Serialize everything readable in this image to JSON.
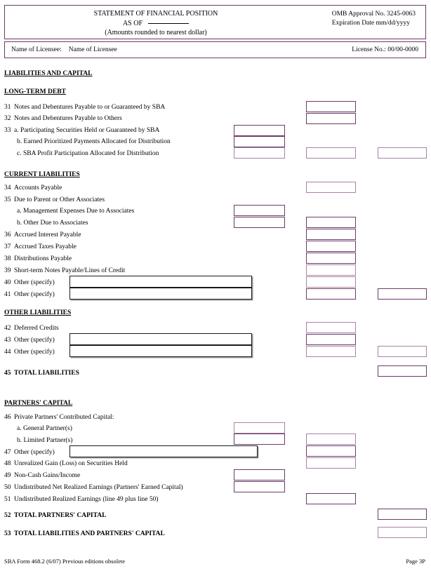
{
  "header": {
    "title_line1": "STATEMENT OF FINANCIAL POSITION",
    "title_line2": "AS OF",
    "title_line3": "(Amounts rounded to nearest dollar)",
    "omb_line1": "OMB Approval No. 3245-0063",
    "omb_line2": "Expiration Date  mm/dd/yyyy",
    "licensee_label": "Name of Licensee:",
    "licensee_value": "Name of Licensee",
    "license_no_label": "License No.:",
    "license_no_value": "00/00-0000"
  },
  "sections": {
    "liabilities_and_capital": "LIABILITIES AND CAPITAL",
    "long_term_debt": "LONG-TERM DEBT",
    "current_liabilities": "CURRENT LIABILITIES",
    "other_liabilities": "OTHER LIABILITIES",
    "partners_capital": "PARTNERS' CAPITAL"
  },
  "lines": {
    "l31_num": "31",
    "l31_label": "Notes and Debentures Payable to or Guaranteed by SBA",
    "l32_num": "32",
    "l32_label": "Notes and Debentures Payable to Others",
    "l33_num": "33",
    "l33_label": "a. Participating Securities Held or Guaranteed by SBA",
    "l33b_label": "b. Earned Prioritized Payments Allocated for Distribution",
    "l33c_label": "c. SBA Profit Participation Allocated for Distribution",
    "l34_num": "34",
    "l34_label": "Accounts Payable",
    "l35_num": "35",
    "l35_label": "Due to Parent or Other Associates",
    "l35a_label": "a.  Management Expenses Due to Associates",
    "l35b_label": "b. Other Due to Associates",
    "l36_num": "36",
    "l36_label": "Accrued Interest Payable",
    "l37_num": "37",
    "l37_label": "Accrued Taxes Payable",
    "l38_num": "38",
    "l38_label": "Distributions Payable",
    "l39_num": "39",
    "l39_label": "Short-term Notes Payable/Lines of Credit",
    "l40_num": "40",
    "l40_label": "Other (specify)",
    "l41_num": "41",
    "l41_label": "Other (specify)",
    "l42_num": "42",
    "l42_label": "Deferred Credits",
    "l43_num": "43",
    "l43_label": "Other (specify)",
    "l44_num": "44",
    "l44_label": "Other (specify)",
    "l45_num": "45",
    "l45_label": "TOTAL LIABILITIES",
    "l46_num": "46",
    "l46_label": "Private Partners' Contributed Capital:",
    "l46a_label": "a.  General Partner(s)",
    "l46b_label": "b.  Limited Partner(s)",
    "l47_num": "47",
    "l47_label": "Other (specify)",
    "l48_num": "48",
    "l48_label": "Unrealized Gain (Loss) on Securities Held",
    "l49_num": "49",
    "l49_label": "Non-Cash Gains/Income",
    "l50_num": "50",
    "l50_label": "Undistributed Net Realized Earnings (Partners' Earned Capital)",
    "l51_num": "51",
    "l51_label": "Undistributed Realized Earnings (line 49 plus line 50)",
    "l52_num": "52",
    "l52_label": "TOTAL PARTNERS' CAPITAL",
    "l53_num": "53",
    "l53_label": "TOTAL LIABILITIES AND  PARTNERS' CAPITAL"
  },
  "values": {
    "l31": "",
    "l32": "",
    "l33a": "",
    "l33b": "",
    "l33c_c1": "",
    "l33c_c2": "",
    "l33c_c3": "",
    "l34": "",
    "l35a": "",
    "l35b_c1": "",
    "l35b_c2": "",
    "l36": "",
    "l37": "",
    "l38": "",
    "l39": "",
    "l40_spec": "",
    "l40_amt": "",
    "l41_spec": "",
    "l41_amt": "",
    "l41_c3": "",
    "l42": "",
    "l43_spec": "",
    "l43_amt": "",
    "l44_spec": "",
    "l44_amt": "",
    "l44_c3": "",
    "l45": "",
    "l46a": "",
    "l46b_c1": "",
    "l46b_c2": "",
    "l47_spec": "",
    "l47_amt": "",
    "l48": "",
    "l49": "",
    "l50": "",
    "l51": "",
    "l52": "",
    "l53": ""
  },
  "footer": {
    "left": "SBA Form 468.2 (6/07) Previous editions obsolete",
    "right": "Page 3P"
  },
  "colors": {
    "box_border": "#6b3a66",
    "box_border_pale": "#a982a6",
    "spec_border": "#1a1a1a",
    "page_bg": "#ffffff"
  }
}
